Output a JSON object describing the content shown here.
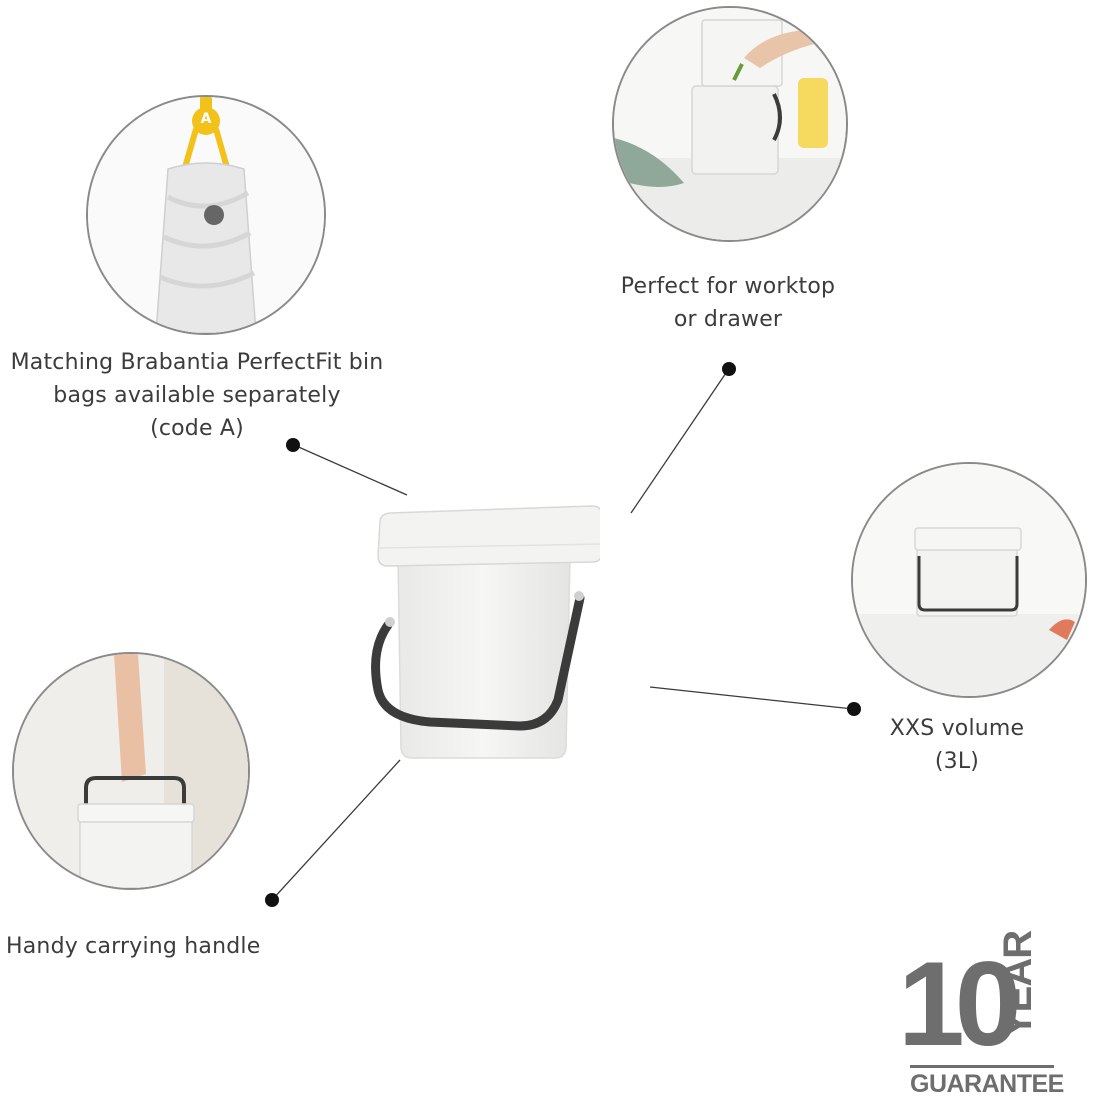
{
  "features": {
    "bags": {
      "lines": [
        "Matching Brabantia PerfectFit bin",
        "bags available separately",
        "(code A)"
      ],
      "badge": "A",
      "icon": "bin-bag-icon"
    },
    "worktop": {
      "lines": [
        "Perfect for worktop",
        "or drawer"
      ],
      "icon": "worktop-bin-icon"
    },
    "volume": {
      "lines": [
        "XXS volume",
        "(3L)"
      ],
      "icon": "small-bin-icon"
    },
    "handle": {
      "lines": [
        "Handy carrying handle"
      ],
      "icon": "carrying-handle-icon"
    }
  },
  "guarantee": {
    "number": "10",
    "unit": "YEAR",
    "word": "GUARANTEE",
    "color": "#6e6e6e"
  },
  "product": {
    "icon": "waste-bin-icon",
    "body_color": "#f3f3f1",
    "handle_color": "#3b3b3b"
  },
  "colors": {
    "accent_yellow": "#f2c21b",
    "circle_border": "#8a8a8a",
    "text": "#3c3c3c"
  }
}
